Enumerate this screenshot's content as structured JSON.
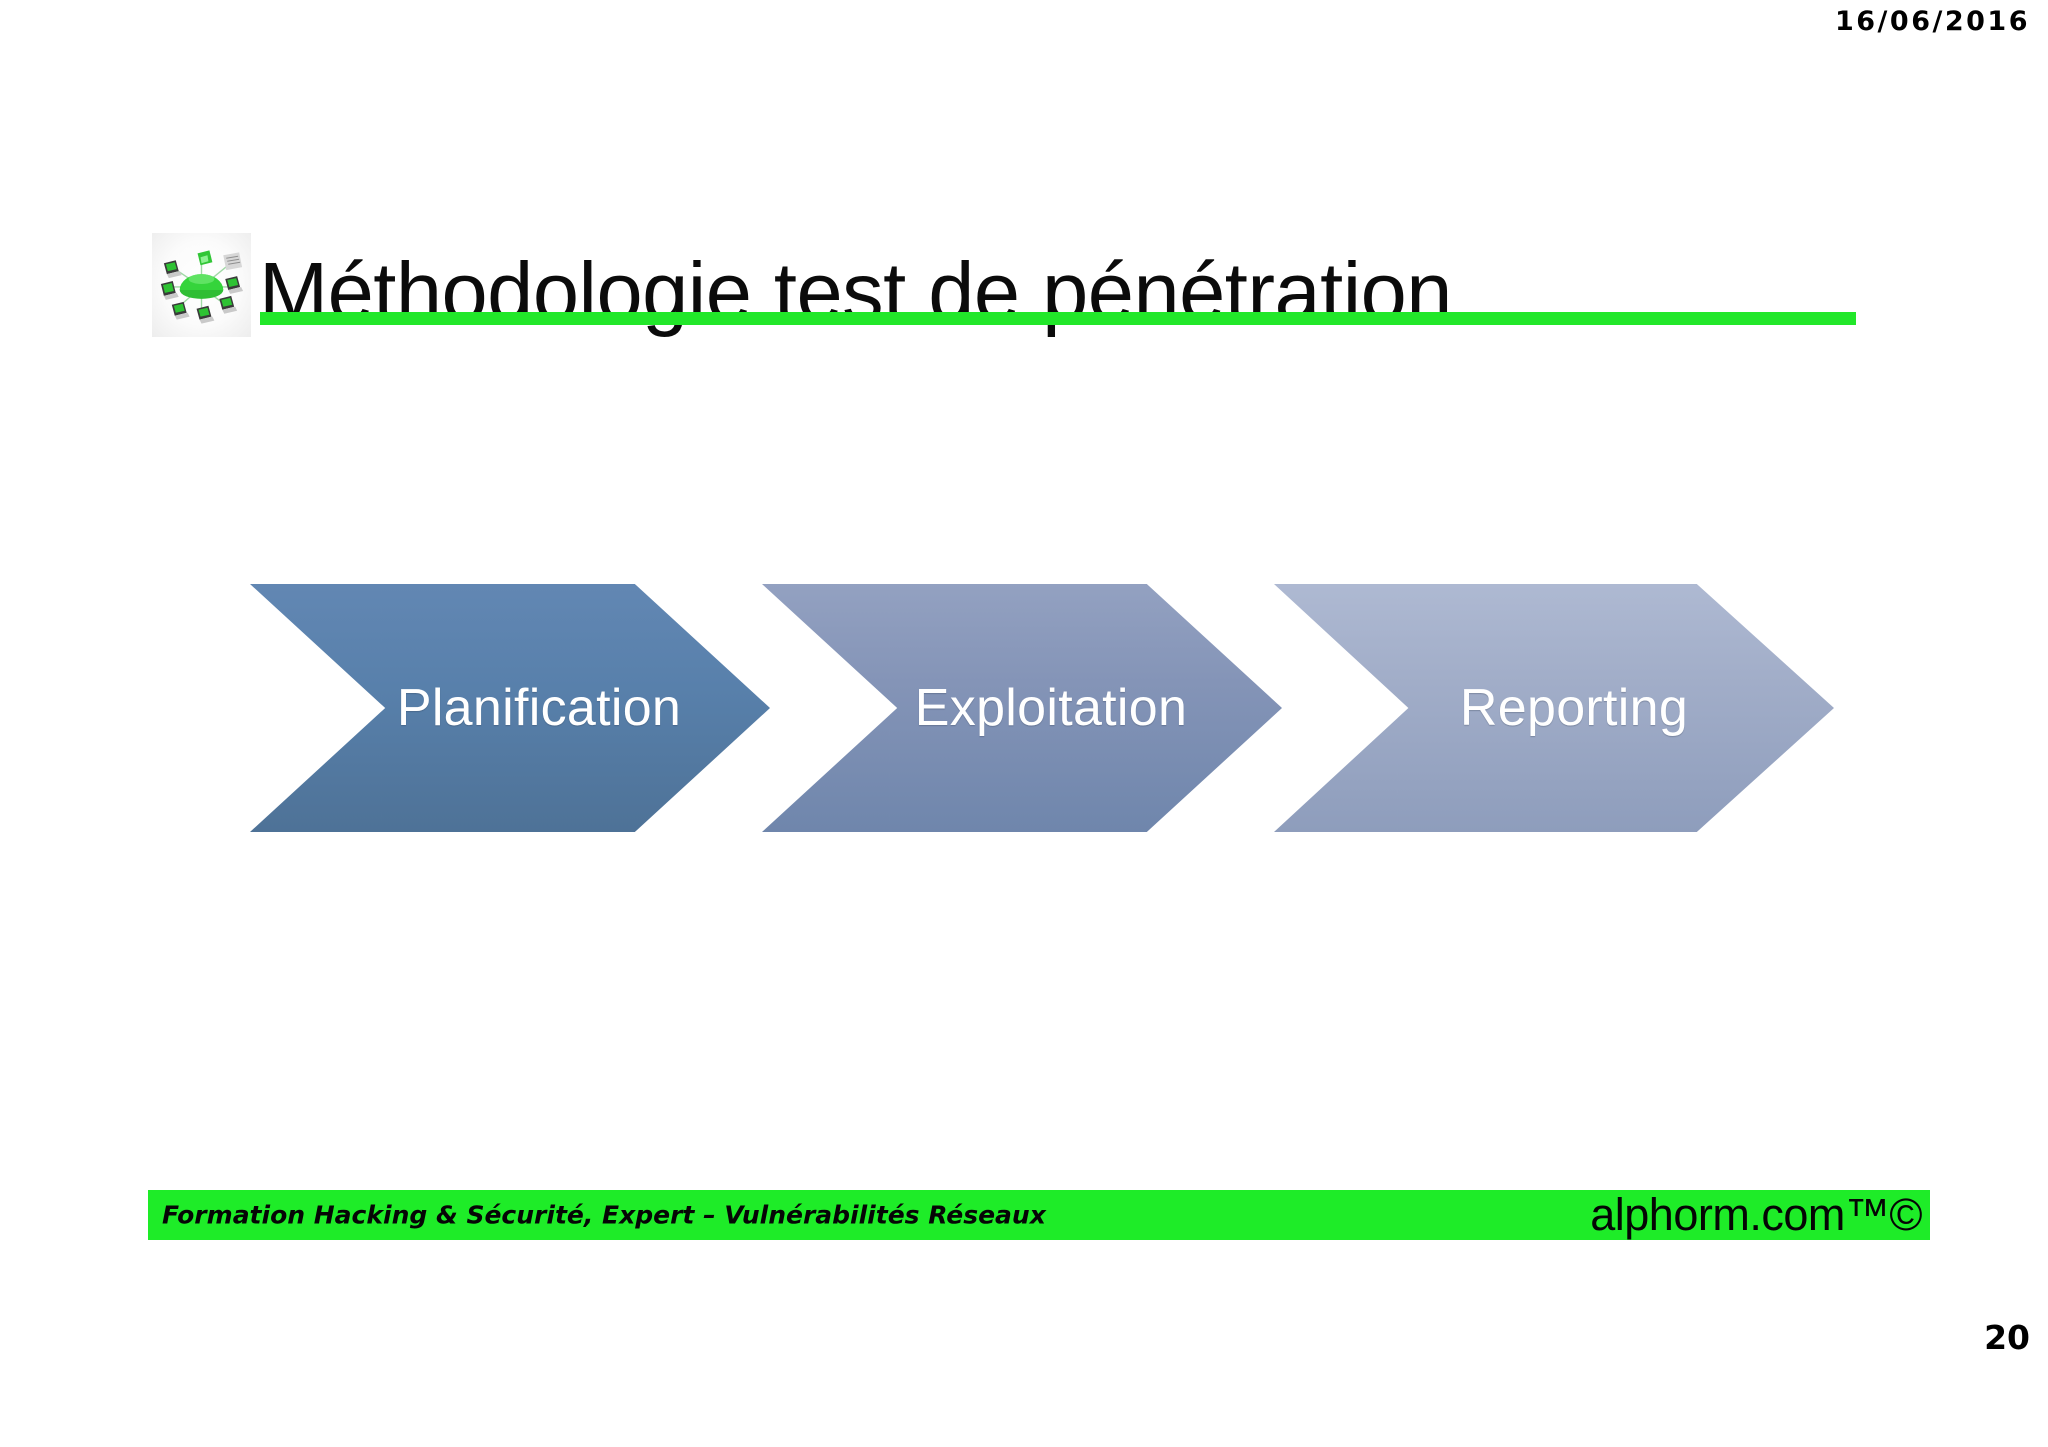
{
  "slide": {
    "date": "16/06/2016",
    "page_number": "20",
    "accent_green": "#1eec28",
    "title_rule_green": "#22e72a"
  },
  "header": {
    "title": "Méthodologie test de pénétration",
    "logo_icon": "network-hub-icon"
  },
  "process": {
    "steps": [
      {
        "label": "Planification",
        "color_top": "#6287B3",
        "color_bottom": "#4E7297"
      },
      {
        "label": "Exploitation",
        "color_top": "#93A1C1",
        "color_bottom": "#6F86AC"
      },
      {
        "label": "Reporting",
        "color_top": "#AEB9D2",
        "color_bottom": "#8E9DBC"
      }
    ]
  },
  "footer": {
    "course_title": "Formation Hacking & Sécurité, Expert – Vulnérabilités Réseaux",
    "brand": "alphorm.com™©"
  }
}
